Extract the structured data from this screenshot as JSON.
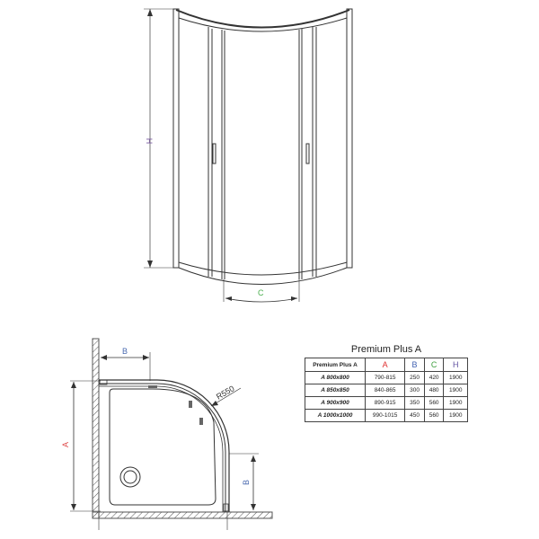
{
  "front_view": {
    "labels": {
      "height": "H",
      "chord": "C"
    },
    "label_colors": {
      "H": "#7a5aa0",
      "C": "#4caf50"
    }
  },
  "plan_view": {
    "labels": {
      "side": "A",
      "offset_top": "B",
      "offset_right": "B",
      "radius": "R550"
    },
    "label_colors": {
      "A": "#e05050",
      "B": "#4a6ab0",
      "R": "#333333"
    }
  },
  "table": {
    "title": "Premium Plus A",
    "headers": [
      "Premium Plus A",
      "A",
      "B",
      "C",
      "H"
    ],
    "header_colors": [
      "#222222",
      "#e03030",
      "#4060b0",
      "#40a040",
      "#6050a0"
    ],
    "rows": [
      {
        "model": "A 800x800",
        "A": "790-815",
        "B": "250",
        "C": "420",
        "H": "1900"
      },
      {
        "model": "A 850x850",
        "A": "840-865",
        "B": "300",
        "C": "480",
        "H": "1900"
      },
      {
        "model": "A 900x900",
        "A": "890-915",
        "B": "350",
        "C": "560",
        "H": "1900"
      },
      {
        "model": "A 1000x1000",
        "A": "990-1015",
        "B": "450",
        "C": "560",
        "H": "1900"
      }
    ]
  }
}
